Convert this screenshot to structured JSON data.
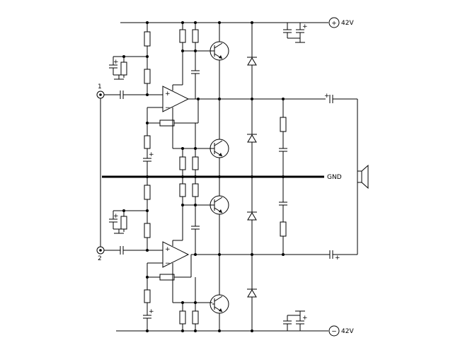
{
  "schematic": {
    "input_1": "1",
    "input_2": "2",
    "vplus_sym": "+",
    "vplus": "42V",
    "vminus_sym": "−",
    "vminus": "42V",
    "ground": "GND",
    "plus": "+",
    "minus": "−"
  }
}
